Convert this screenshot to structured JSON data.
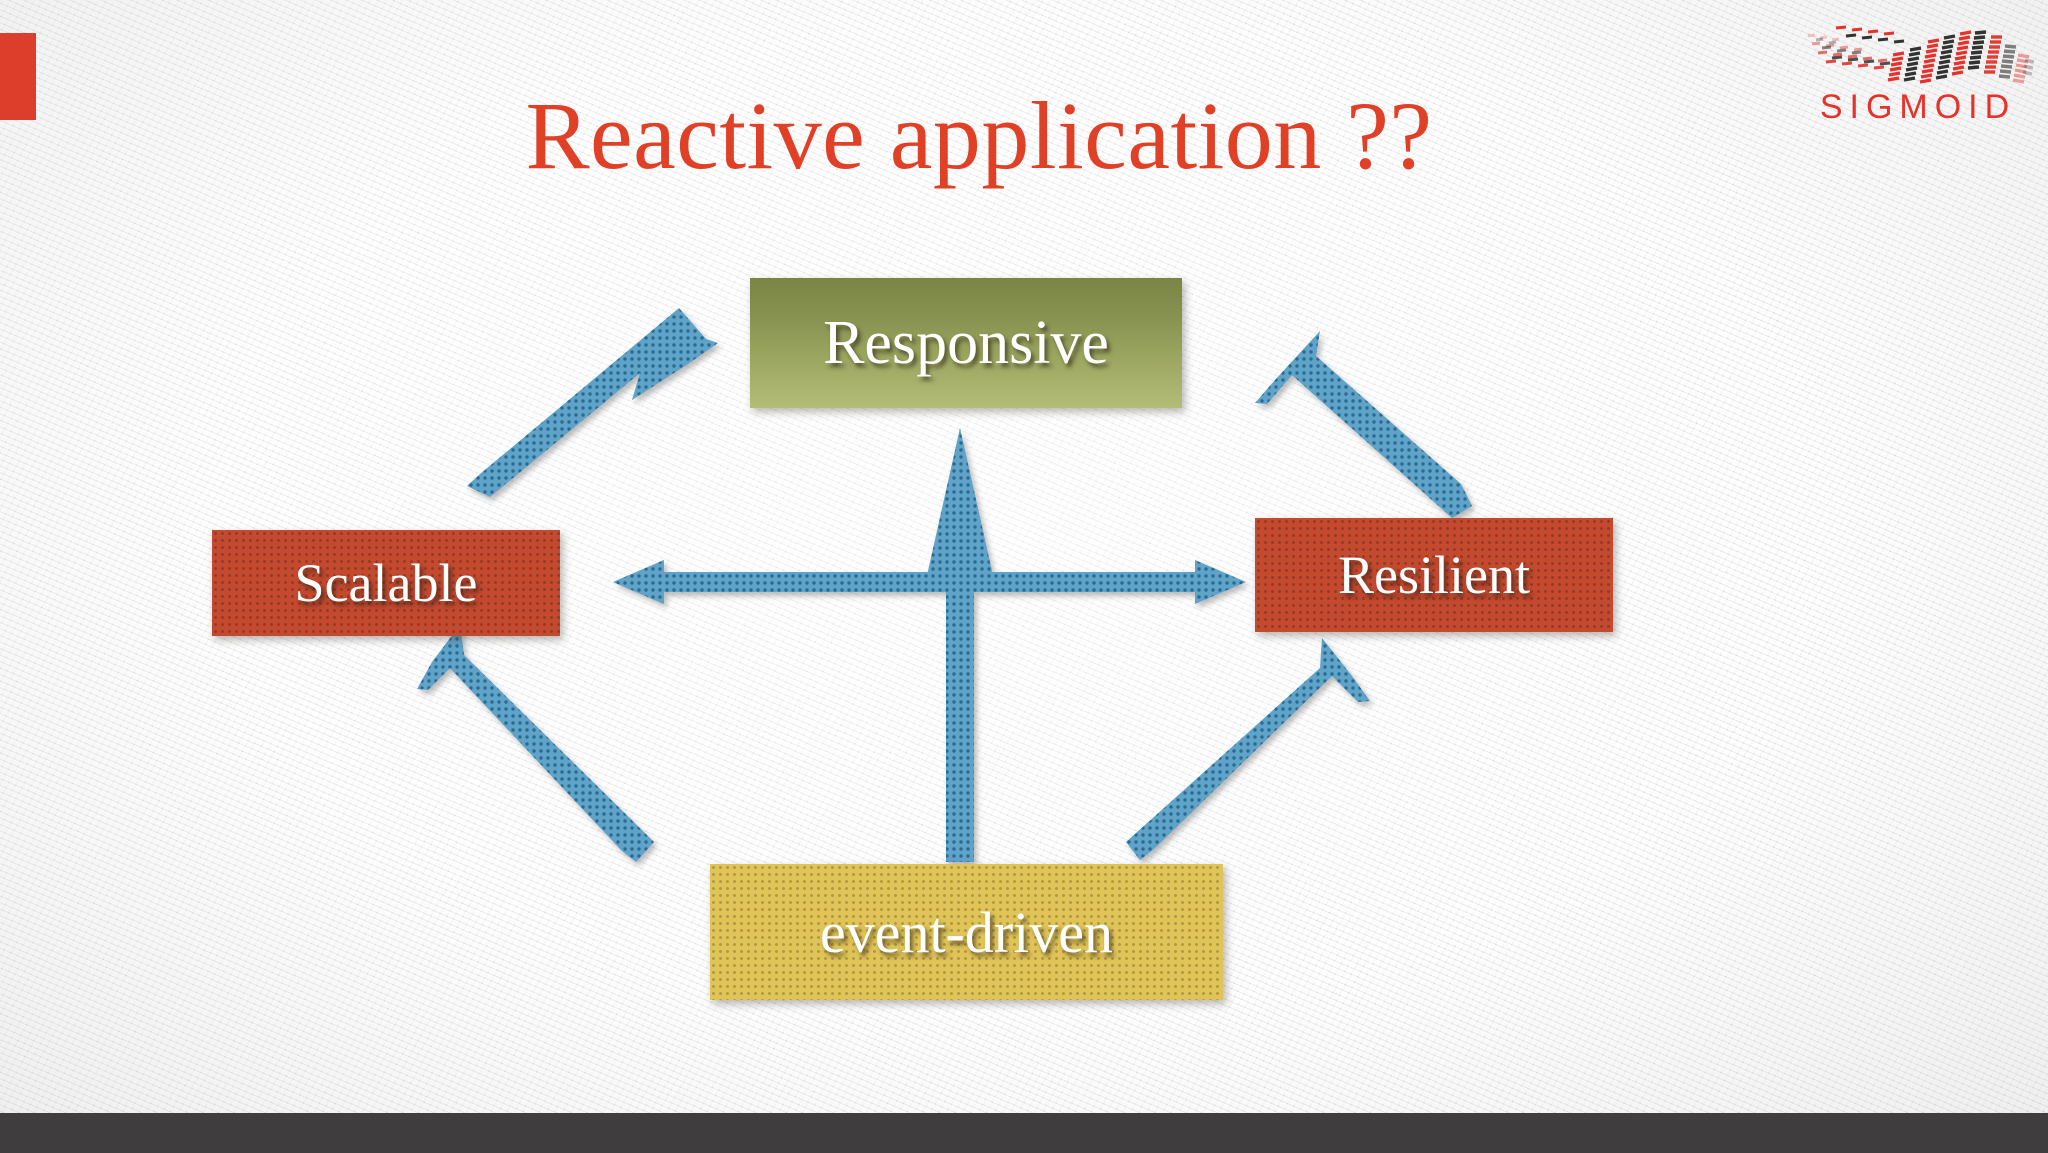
{
  "slide": {
    "title": "Reactive application ??",
    "accent_red": "#df4026",
    "background": "#ebebeb",
    "bottom_band_color": "#3f3d3d",
    "tab_color": "#dd3d2b"
  },
  "logo": {
    "wordmark": "SIGMOID",
    "colors": [
      "#e5322a",
      "#333333"
    ],
    "icon_name": "sigmoid-wave-logo"
  },
  "diagram": {
    "nodes": [
      {
        "id": "responsive",
        "label": "Responsive",
        "color": "#8b9650",
        "shape": "rectangle"
      },
      {
        "id": "scalable",
        "label": "Scalable",
        "color": "#c3492f",
        "shape": "rectangle"
      },
      {
        "id": "resilient",
        "label": "Resilient",
        "color": "#c3492f",
        "shape": "rectangle"
      },
      {
        "id": "event-driven",
        "label": "event-driven",
        "color": "#e0c457",
        "shape": "rectangle"
      }
    ],
    "edges": [
      {
        "from": "scalable",
        "to": "responsive",
        "style": "single-arrow"
      },
      {
        "from": "resilient",
        "to": "responsive",
        "style": "single-arrow"
      },
      {
        "from": "event-driven",
        "to": "responsive",
        "style": "single-arrow"
      },
      {
        "from": "event-driven",
        "to": "scalable",
        "style": "single-arrow"
      },
      {
        "from": "event-driven",
        "to": "resilient",
        "style": "single-arrow"
      },
      {
        "from": "scalable",
        "to": "resilient",
        "style": "double-arrow"
      }
    ],
    "arrow_color": "#4a90b8"
  }
}
